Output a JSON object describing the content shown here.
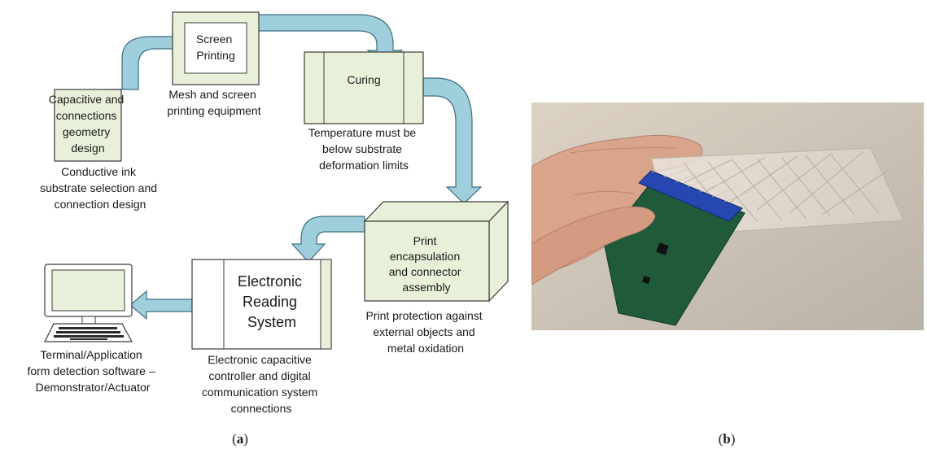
{
  "colors": {
    "box_fill": "#e9f0da",
    "box_stroke": "#3b3b3b",
    "arrow_fill": "#9fcfdd",
    "arrow_stroke": "#3f6f80",
    "computer_fill": "#e9f0da"
  },
  "steps": {
    "design": {
      "lines": [
        "Capacitive and",
        "connections",
        "geometry",
        "design"
      ]
    },
    "screen": {
      "lines": [
        "Screen",
        "Printing"
      ]
    },
    "curing": {
      "lines": [
        "Curing"
      ]
    },
    "encapsulation": {
      "lines": [
        "Print",
        "encapsulation",
        "and connector",
        "assembly"
      ]
    },
    "reading": {
      "lines": [
        "Electronic",
        "Reading",
        "System"
      ]
    }
  },
  "notes": {
    "design": [
      "Conductive ink",
      "substrate selection and",
      "connection design"
    ],
    "screen": [
      "Mesh and screen",
      "printing equipment"
    ],
    "curing": [
      "Temperature must be",
      "below substrate",
      "deformation limits"
    ],
    "encapsulation": [
      "Print protection against",
      "external objects and",
      "metal oxidation"
    ],
    "reading": [
      "Electronic capacitive",
      "controller and digital",
      "communication system",
      "connections"
    ],
    "terminal": [
      "Terminal/Application",
      "form detection software –",
      "Demonstrator/Actuator"
    ]
  },
  "icons": {
    "computer": "desktop-computer-icon",
    "photo": "flexible-sensor-photo"
  },
  "captions": {
    "a": {
      "open": "(",
      "letter": "a",
      "close": ")"
    },
    "b": {
      "open": "(",
      "letter": "b",
      "close": ")"
    }
  }
}
